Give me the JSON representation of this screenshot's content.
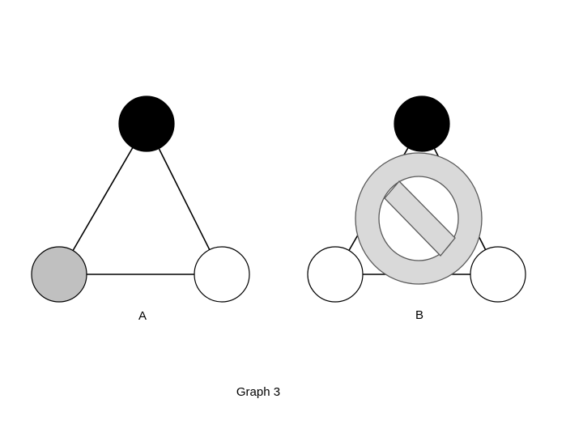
{
  "colors": {
    "background": "#ffffff",
    "node_black": "#000000",
    "node_gray": "#c0c0c0",
    "node_white": "#ffffff",
    "edge": "#000000",
    "prohibition_fill": "#d9d9d9",
    "prohibition_stroke": "#595959"
  },
  "graph_a": {
    "label": "A",
    "nodes": [
      {
        "id": "top",
        "color": "black"
      },
      {
        "id": "bottom-left",
        "color": "gray"
      },
      {
        "id": "bottom-right",
        "color": "white"
      }
    ],
    "edges": [
      [
        "top",
        "bottom-left"
      ],
      [
        "top",
        "bottom-right"
      ],
      [
        "bottom-left",
        "bottom-right"
      ]
    ]
  },
  "graph_b": {
    "label": "B",
    "nodes": [
      {
        "id": "top",
        "color": "black"
      },
      {
        "id": "bottom-left",
        "color": "white"
      },
      {
        "id": "bottom-right",
        "color": "white"
      }
    ],
    "edges": [
      [
        "top",
        "bottom-left"
      ],
      [
        "top",
        "bottom-right"
      ],
      [
        "bottom-left",
        "bottom-right"
      ]
    ],
    "overlay_icon": "prohibition-sign-icon"
  },
  "caption": "Graph 3"
}
